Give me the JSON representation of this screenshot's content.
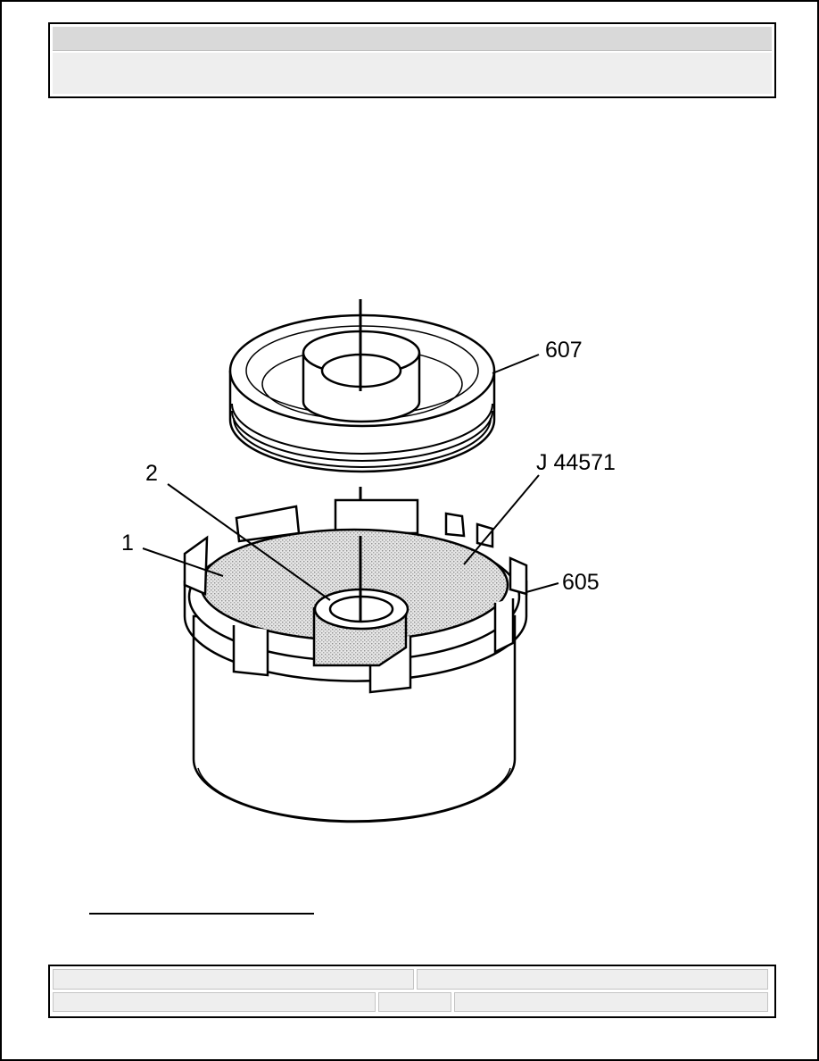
{
  "figure": {
    "callouts": {
      "c607": "607",
      "tool": "J 44571",
      "c2": "2",
      "c1": "1",
      "c605": "605"
    }
  }
}
